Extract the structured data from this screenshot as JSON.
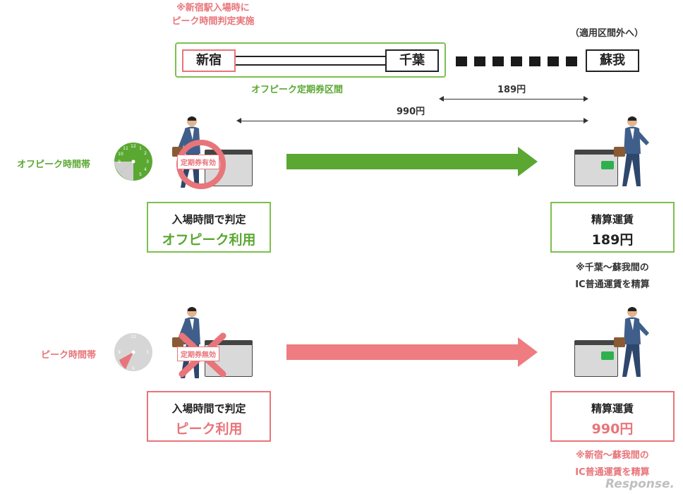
{
  "colors": {
    "green": "#5aa832",
    "pink": "#e8757a",
    "ic_pad": "#2fb04f",
    "dark": "#1a1a1a"
  },
  "top": {
    "note_line1": "※新宿駅入場時に",
    "note_line2": "ピーク時間判定実施",
    "out_of_range": "（適用区間外へ）",
    "stations": {
      "shinjuku": "新宿",
      "chiba": "千葉",
      "soga": "蘇我"
    },
    "section_label": "オフピーク定期券区間",
    "dim_chiba_soga": "189円",
    "dim_shinjuku_soga": "990円"
  },
  "offpeak": {
    "period_label": "オフピーク時間帯",
    "pass_label": "定期券有効",
    "entry_line1": "入場時間で判定",
    "entry_line2": "オフピーク利用",
    "result_line1": "精算運賃",
    "result_line2": "189円",
    "note_line1": "※千葉～蘇我間の",
    "note_line2": "IC普通運賃を精算",
    "clock_icon": "clock-icon",
    "indicator_icon": "valid-circle-icon"
  },
  "peak": {
    "period_label": "ピーク時間帯",
    "pass_label": "定期券無効",
    "entry_line1": "入場時間で判定",
    "entry_line2": "ピーク利用",
    "result_line1": "精算運賃",
    "result_line2": "990円",
    "note_line1": "※新宿～蘇我間の",
    "note_line2": "IC普通運賃を精算",
    "clock_icon": "clock-icon",
    "indicator_icon": "invalid-cross-icon"
  },
  "watermark": "Response."
}
